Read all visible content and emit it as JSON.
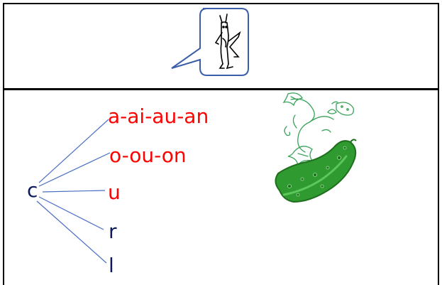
{
  "header": {
    "bubble_icon": "letter-k-character-icon"
  },
  "exercise": {
    "stem": "c",
    "branches": [
      {
        "text": "a-ai-au-an",
        "color": "#ff0000"
      },
      {
        "text": "o-ou-on",
        "color": "#ff0000"
      },
      {
        "text": "u",
        "color": "#ff0000"
      },
      {
        "text": "r",
        "color": "#0c1a5a"
      },
      {
        "text": "l",
        "color": "#0c1a5a"
      }
    ],
    "illustration": "cucumber-icon",
    "line_color": "#4a6fc4"
  }
}
